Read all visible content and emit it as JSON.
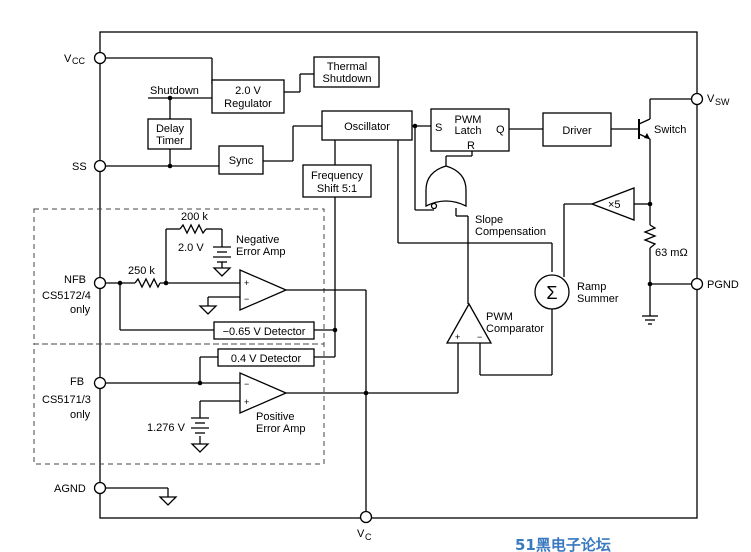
{
  "pins": {
    "vcc": "V",
    "vcc_sub": "CC",
    "ss": "SS",
    "nfb": "NFB",
    "nfb_note1": "CS5172/4",
    "nfb_note2": "only",
    "fb": "FB",
    "fb_note1": "CS5171/3",
    "fb_note2": "only",
    "agnd": "AGND",
    "vc": "V",
    "vc_sub": "C",
    "vsw": "V",
    "vsw_sub": "SW",
    "pgnd": "PGND"
  },
  "blocks": {
    "shutdown": "Shutdown",
    "regulator_line1": "2.0 V",
    "regulator_line2": "Regulator",
    "thermal_line1": "Thermal",
    "thermal_line2": "Shutdown",
    "delay_line1": "Delay",
    "delay_line2": "Timer",
    "sync": "Sync",
    "oscillator": "Oscillator",
    "freq_line1": "Frequency",
    "freq_line2": "Shift 5:1",
    "latch_line1": "PWM",
    "latch_line2": "Latch",
    "latch_s": "S",
    "latch_q": "Q",
    "latch_r": "R",
    "driver": "Driver",
    "switch": "Switch",
    "slope_line1": "Slope",
    "slope_line2": "Compensation",
    "x5": "×5",
    "sense_res": "63 mΩ",
    "sigma": "Σ",
    "summer_line1": "Ramp",
    "summer_line2": "Summer",
    "pwmcomp_line1": "PWM",
    "pwmcomp_line2": "Comparator",
    "r200k": "200 k",
    "r250k": "250 k",
    "ref2v": "2.0 V",
    "neg_amp_line1": "Negative",
    "neg_amp_line2": "Error Amp",
    "det065": "−0.65 V Detector",
    "det04": "0.4 V Detector",
    "ref1276": "1.276 V",
    "pos_amp_line1": "Positive",
    "pos_amp_line2": "Error Amp",
    "plus": "+",
    "minus": "−"
  },
  "watermark": "51黑电子论坛"
}
